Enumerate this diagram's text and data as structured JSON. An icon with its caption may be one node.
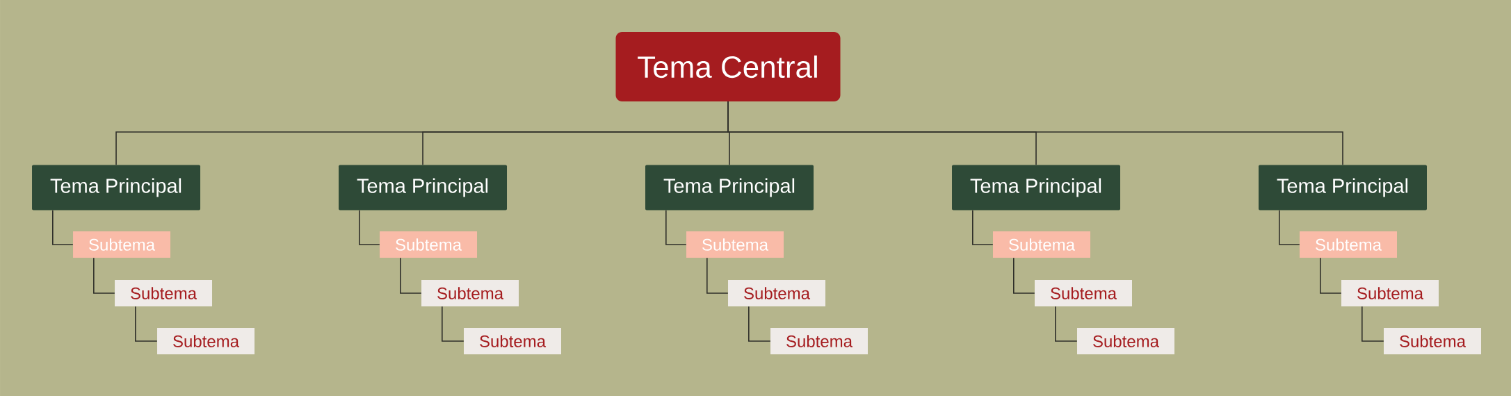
{
  "diagram": {
    "nodes": [
      {
        "text": [
          "Tema Central"
        ]
      },
      {
        "text": [
          "Tema Principal"
        ]
      },
      {
        "text": [
          "Subtema"
        ]
      },
      {
        "text": [
          "Subtema"
        ]
      },
      {
        "text": [
          "Subtema"
        ]
      },
      {
        "text": [
          "Tema Principal"
        ]
      },
      {
        "text": [
          "Subtema"
        ]
      },
      {
        "text": [
          "Subtema"
        ]
      },
      {
        "text": [
          "Subtema"
        ]
      },
      {
        "text": [
          "Tema Principal"
        ]
      },
      {
        "text": [
          "Subtema"
        ]
      },
      {
        "text": [
          "Subtema"
        ]
      },
      {
        "text": [
          "Subtema"
        ]
      },
      {
        "text": [
          "Tema Principal"
        ]
      },
      {
        "text": [
          "Subtema"
        ]
      },
      {
        "text": [
          "Subtema"
        ]
      },
      {
        "text": [
          "Subtema"
        ]
      },
      {
        "text": [
          "Tema Principal"
        ]
      },
      {
        "text": [
          "Subtema"
        ]
      },
      {
        "text": [
          "Subtema"
        ]
      },
      {
        "text": [
          "Subtema"
        ]
      }
    ],
    "edges": [
      {
        "from": 0,
        "to": 1,
        "arrow": "none"
      },
      {
        "from": 1,
        "to": 2,
        "arrow": "none"
      },
      {
        "from": 2,
        "to": 3,
        "arrow": "none"
      },
      {
        "from": 3,
        "to": 4,
        "arrow": "none"
      },
      {
        "from": 0,
        "to": 5,
        "arrow": "none"
      },
      {
        "from": 5,
        "to": 6,
        "arrow": "none"
      },
      {
        "from": 6,
        "to": 7,
        "arrow": "none"
      },
      {
        "from": 7,
        "to": 8,
        "arrow": "none"
      },
      {
        "from": 0,
        "to": 9,
        "arrow": "none"
      },
      {
        "from": 9,
        "to": 10,
        "arrow": "none"
      },
      {
        "from": 10,
        "to": 11,
        "arrow": "none"
      },
      {
        "from": 11,
        "to": 12,
        "arrow": "none"
      },
      {
        "from": 0,
        "to": 13,
        "arrow": "none"
      },
      {
        "from": 13,
        "to": 14,
        "arrow": "none"
      },
      {
        "from": 14,
        "to": 15,
        "arrow": "none"
      },
      {
        "from": 15,
        "to": 16,
        "arrow": "none"
      },
      {
        "from": 0,
        "to": 17,
        "arrow": "none"
      },
      {
        "from": 17,
        "to": 18,
        "arrow": "none"
      },
      {
        "from": 18,
        "to": 19,
        "arrow": "none"
      },
      {
        "from": 19,
        "to": 20,
        "arrow": "none"
      }
    ]
  }
}
